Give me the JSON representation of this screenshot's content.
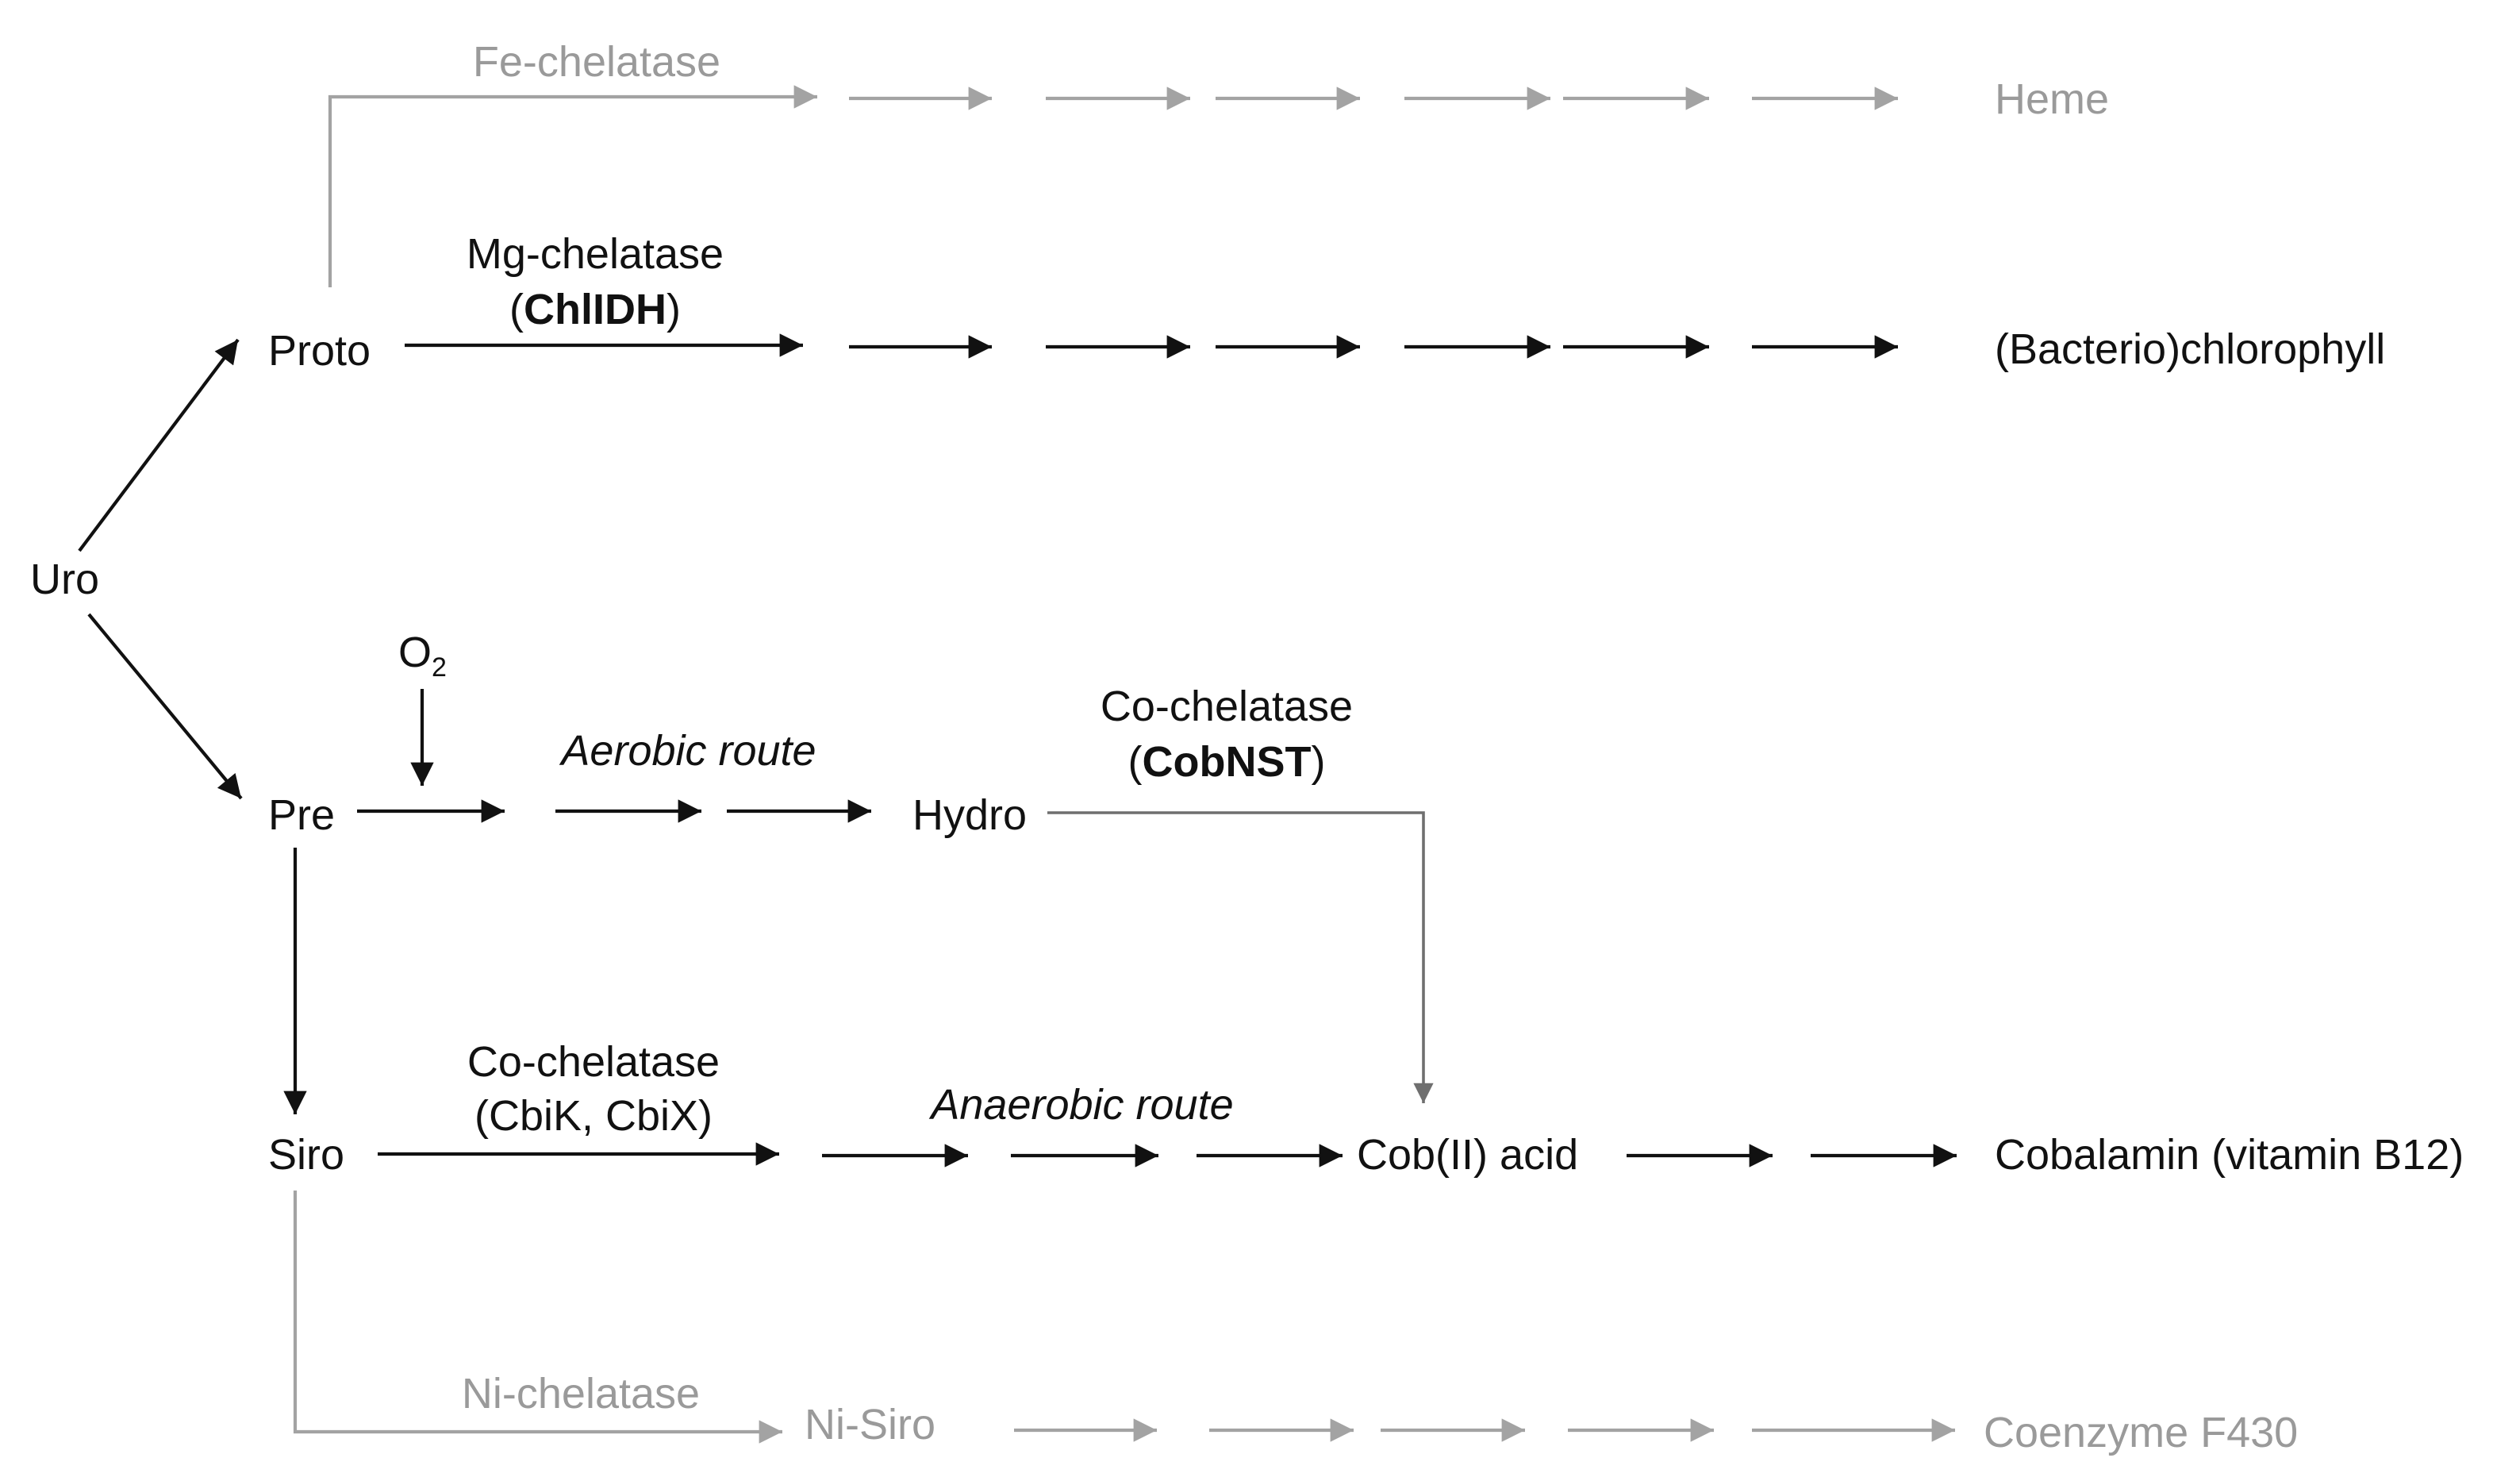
{
  "colors": {
    "main": "#111111",
    "faded": "#9a9a9a",
    "faded_line": "#a3a3a3",
    "connector": "#6f6f6f"
  },
  "nodes": {
    "uro": "Uro",
    "proto": "Proto",
    "pre": "Pre",
    "siro": "Siro",
    "hydro": "Hydro",
    "cob_acid": "Cob(II) acid",
    "ni_siro": "Ni-Siro"
  },
  "products": {
    "heme": "Heme",
    "chlorophyll": "(Bacterio)chlorophyll",
    "cobalamin": "Cobalamin (vitamin B12)",
    "f430": "Coenzyme F430"
  },
  "enzymes": {
    "fe": "Fe-chelatase",
    "mg": "Mg-chelatase",
    "mg_gene_open": "(",
    "mg_gene": "ChlIDH",
    "mg_gene_close": ")",
    "co_aerobic": "Co-chelatase",
    "co_aerobic_gene_open": "(",
    "co_aerobic_gene": "CobNST",
    "co_aerobic_gene_close": ")",
    "co_anaerobic": "Co-chelatase",
    "co_anaerobic_genes": "(CbiK, CbiX)",
    "ni": "Ni-chelatase"
  },
  "routes": {
    "aerobic": "Aerobic route",
    "anaerobic": "Anaerobic route"
  },
  "oxygen": {
    "symbol": "O",
    "subscript": "2"
  }
}
